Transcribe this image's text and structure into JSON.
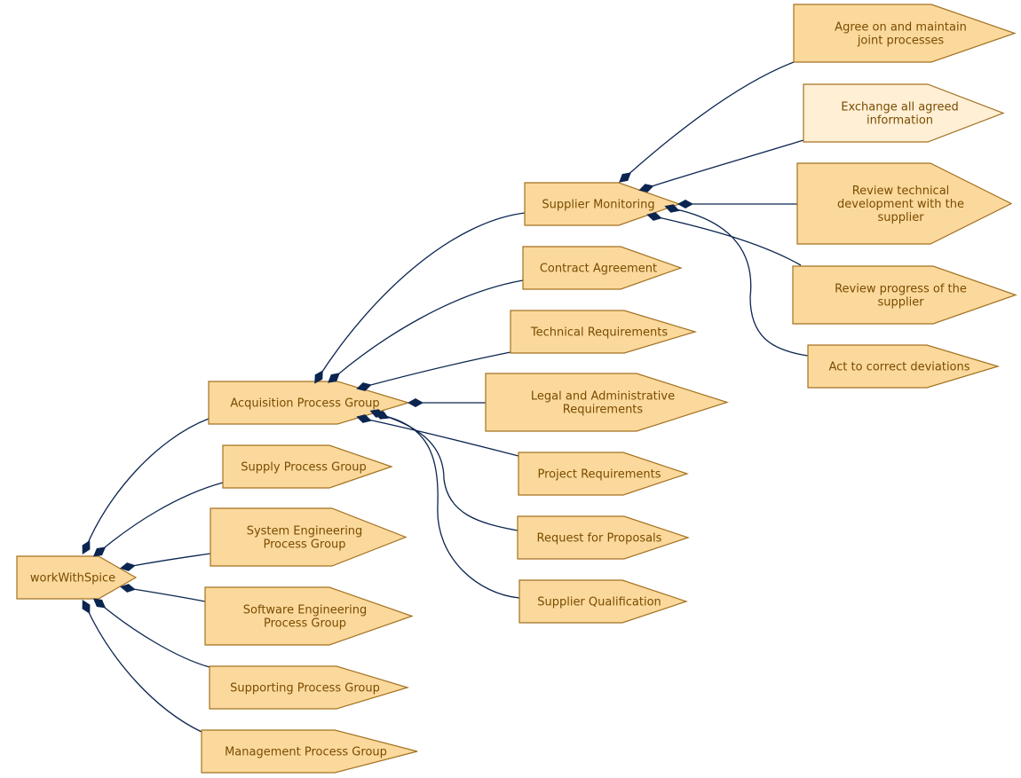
{
  "colors": {
    "node_fill": "#fbd99c",
    "node_fill_light": "#ffefd5",
    "node_stroke": "#a37221",
    "text": "#7a4b00",
    "edge": "#0b2550"
  },
  "nodes": [
    {
      "id": "workWithSpice",
      "lines": [
        "workWithSpice"
      ]
    },
    {
      "id": "acquisition",
      "lines": [
        "Acquisition Process Group"
      ]
    },
    {
      "id": "supply",
      "lines": [
        "Supply Process Group"
      ]
    },
    {
      "id": "system-eng",
      "lines": [
        "System Engineering",
        "Process Group"
      ]
    },
    {
      "id": "software-eng",
      "lines": [
        "Software Engineering",
        "Process Group"
      ]
    },
    {
      "id": "supporting",
      "lines": [
        "Supporting Process Group"
      ]
    },
    {
      "id": "management",
      "lines": [
        "Management Process Group"
      ]
    },
    {
      "id": "supplier-monitoring",
      "lines": [
        "Supplier Monitoring"
      ]
    },
    {
      "id": "contract-agreement",
      "lines": [
        "Contract Agreement"
      ]
    },
    {
      "id": "technical-req",
      "lines": [
        "Technical Requirements"
      ]
    },
    {
      "id": "legal-admin-req",
      "lines": [
        "Legal and Administrative",
        "Requirements"
      ]
    },
    {
      "id": "project-req",
      "lines": [
        "Project Requirements"
      ]
    },
    {
      "id": "request-proposals",
      "lines": [
        "Request for Proposals"
      ]
    },
    {
      "id": "supplier-qualification",
      "lines": [
        "Supplier Qualification"
      ]
    },
    {
      "id": "agree-joint",
      "lines": [
        "Agree on and maintain",
        "joint processes"
      ]
    },
    {
      "id": "exchange-info",
      "lines": [
        "Exchange all agreed",
        "information"
      ],
      "light": true
    },
    {
      "id": "review-technical",
      "lines": [
        "Review technical",
        "development with the",
        "supplier"
      ]
    },
    {
      "id": "review-progress",
      "lines": [
        "Review progress of the",
        "supplier"
      ]
    },
    {
      "id": "act-correct",
      "lines": [
        "Act to correct deviations"
      ]
    }
  ],
  "edges": [
    {
      "from": "workWithSpice",
      "to": "acquisition"
    },
    {
      "from": "workWithSpice",
      "to": "supply"
    },
    {
      "from": "workWithSpice",
      "to": "system-eng"
    },
    {
      "from": "workWithSpice",
      "to": "software-eng"
    },
    {
      "from": "workWithSpice",
      "to": "supporting"
    },
    {
      "from": "workWithSpice",
      "to": "management"
    },
    {
      "from": "acquisition",
      "to": "supplier-monitoring"
    },
    {
      "from": "acquisition",
      "to": "contract-agreement"
    },
    {
      "from": "acquisition",
      "to": "technical-req"
    },
    {
      "from": "acquisition",
      "to": "legal-admin-req"
    },
    {
      "from": "acquisition",
      "to": "project-req"
    },
    {
      "from": "acquisition",
      "to": "request-proposals"
    },
    {
      "from": "acquisition",
      "to": "supplier-qualification"
    },
    {
      "from": "supplier-monitoring",
      "to": "agree-joint"
    },
    {
      "from": "supplier-monitoring",
      "to": "exchange-info"
    },
    {
      "from": "supplier-monitoring",
      "to": "review-technical"
    },
    {
      "from": "supplier-monitoring",
      "to": "review-progress"
    },
    {
      "from": "supplier-monitoring",
      "to": "act-correct"
    }
  ]
}
